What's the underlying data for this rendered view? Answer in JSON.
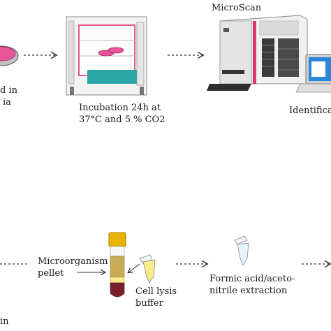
{
  "top_row": {
    "culture_label_line1": "d in",
    "culture_label_line2": "ia",
    "incubation_label_line1": "Incubation 24h at",
    "incubation_label_line2": "37°C and 5 % CO2",
    "microscan_title": "MicroScan",
    "identification_label": "Identifica"
  },
  "bottom_row": {
    "left_cut_label": "in",
    "pellet_label_line1": "Microorganism",
    "pellet_label_line2": "pellet",
    "lysis_label_line1": "Cell lysis",
    "lysis_label_line2": "buffer",
    "extraction_label_line1": "Formic acid/aceto-",
    "extraction_label_line2": "nitrile extraction"
  },
  "colors": {
    "petri_fill": "#e8559a",
    "incubator_accent": "#2aa6a6",
    "incubator_window": "#e45a8a",
    "microscan_stripe": "#d63a6a",
    "screen_blue": "#2a86d8",
    "tube_cap": "#e9b400",
    "pellet_dark": "#7a1f2b",
    "lysis_yellow": "#f6ec8a"
  }
}
